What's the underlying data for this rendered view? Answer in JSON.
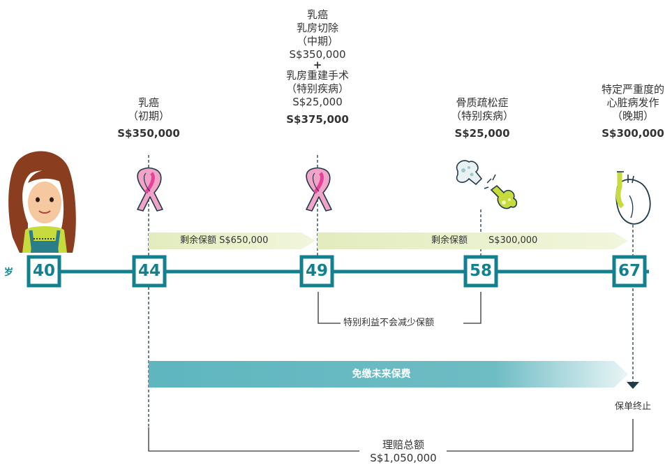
{
  "age_unit": "岁",
  "milestones": [
    {
      "age": "40"
    },
    {
      "age": "44"
    },
    {
      "age": "49"
    },
    {
      "age": "58"
    },
    {
      "age": "67"
    }
  ],
  "events": {
    "early_cancer": {
      "title": "乳癌",
      "stage": "（初期）",
      "amount": "S$350,000"
    },
    "mid_cancer": {
      "title": "乳癌",
      "procedure": "乳房切除",
      "stage": "（中期）",
      "procedure_amount": "S$350,000",
      "plus": "+",
      "reconstruction": "乳房重建手术",
      "special": "（特别疾病）",
      "reconstruction_amount": "S$25,000",
      "total_amount": "S$375,000"
    },
    "osteoporosis": {
      "title": "骨质疏松症",
      "special": "（特别疾病）",
      "amount": "S$25,000"
    },
    "heart_attack": {
      "line1": "特定严重度的",
      "line2": "心脏病发作",
      "stage": "（晚期）",
      "amount": "S$300,000"
    }
  },
  "coverage": {
    "remaining1": "剩余保额 S$650,000",
    "remaining2_label": "剩余保额",
    "remaining2_value": "S$300,000"
  },
  "special_benefit_note": "特别利益不会减少保额",
  "premium_waiver": "免缴未来保费",
  "policy_end": "保单终止",
  "total_claim": {
    "label": "理赔总额",
    "amount": "S$1,050,000"
  },
  "colors": {
    "teal": "#13808f",
    "green_light": "#e8f0c6",
    "pink": "#e7429a",
    "lime": "#c7dc3c",
    "waiver": "#5fb6bf"
  }
}
